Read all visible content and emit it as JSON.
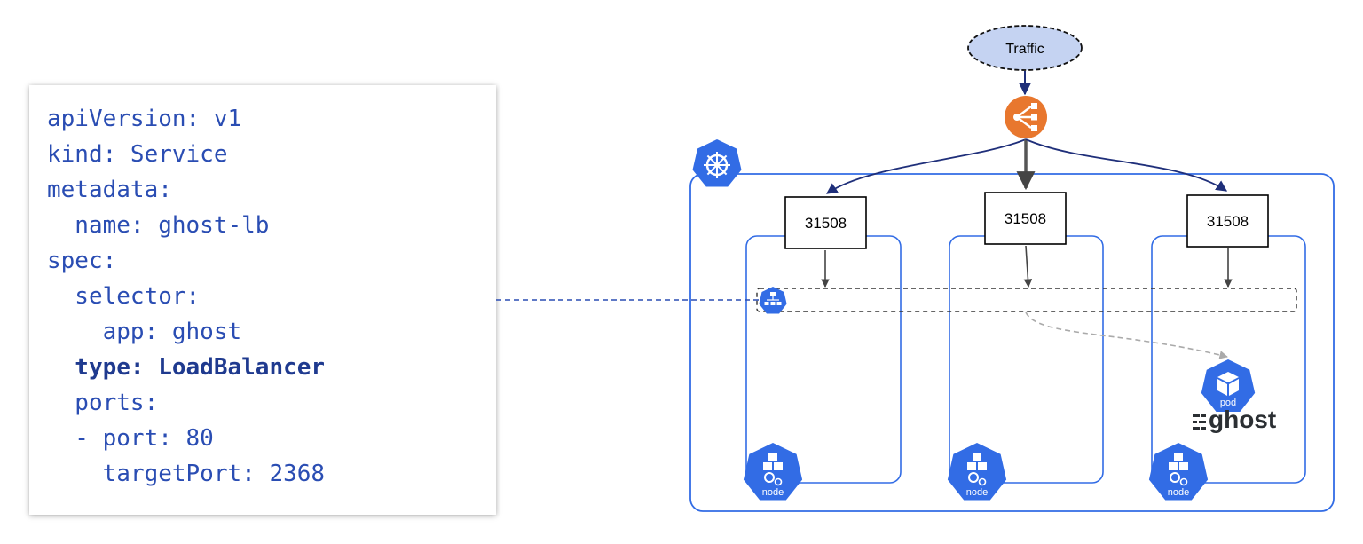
{
  "code": {
    "lines": [
      {
        "text": "apiVersion: v1",
        "bold": false
      },
      {
        "text": "kind: Service",
        "bold": false
      },
      {
        "text": "metadata:",
        "bold": false
      },
      {
        "text": "  name: ghost-lb",
        "bold": false
      },
      {
        "text": "spec:",
        "bold": false
      },
      {
        "text": "  selector:",
        "bold": false
      },
      {
        "text": "    app: ghost",
        "bold": false
      },
      {
        "text": "  type: LoadBalancer",
        "bold": true
      },
      {
        "text": "  ports:",
        "bold": false
      },
      {
        "text": "  - port: 80",
        "bold": false
      },
      {
        "text": "    targetPort: 2368",
        "bold": false
      }
    ]
  },
  "diagram": {
    "traffic_label": "Traffic",
    "node_ports": [
      "31508",
      "31508",
      "31508"
    ],
    "node_label": "node",
    "pod_label": "pod",
    "app_label": "ghost",
    "icons": {
      "load_balancer": "load-balancer-icon",
      "cluster": "kubernetes-wheel-icon",
      "service": "service-icon",
      "pod": "pod-cube-icon",
      "node": "node-icon"
    },
    "colors": {
      "k8s_blue": "#326ce5",
      "lb_orange": "#e8772e",
      "traffic_fill": "#c5d3f2",
      "arrow_navy": "#1f2f7a",
      "arrow_gray": "#555555",
      "dashed_gray": "#aaaaaa"
    }
  }
}
